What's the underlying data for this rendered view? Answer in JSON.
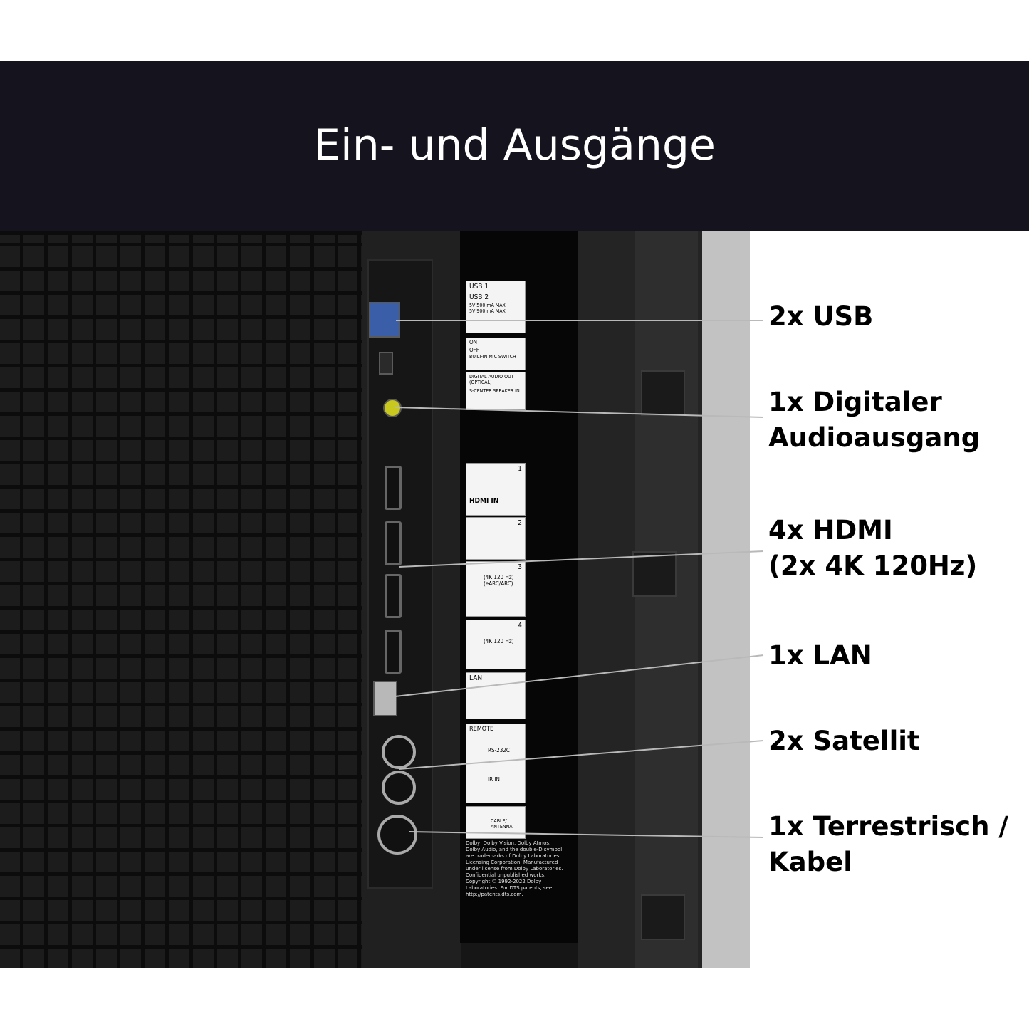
{
  "banner": {
    "title": "Ein- und Ausgänge",
    "background": "#15141e"
  },
  "callouts": [
    {
      "line1": "2x USB",
      "line2": ""
    },
    {
      "line1": "1x Digitaler",
      "line2": "Audioausgang"
    },
    {
      "line1": "4x HDMI",
      "line2": "(2x 4K 120Hz)"
    },
    {
      "line1": "1x LAN",
      "line2": ""
    },
    {
      "line1": "2x Satellit",
      "line2": ""
    },
    {
      "line1": "1x Terrestrisch /",
      "line2": "Kabel"
    }
  ],
  "port_labels": {
    "usb1": "USB 1",
    "usb2": "USB 2",
    "usb1_power": "5V 500 mA MAX",
    "usb2_power": "5V 900 mA MAX",
    "mic_on": "ON",
    "mic_off": "OFF",
    "mic_switch": "BUILT-IN MIC SWITCH",
    "digital_audio": "DIGITAL AUDIO OUT (OPTICAL)",
    "center_speaker": "S-CENTER SPEAKER IN",
    "hdmi_logo": "HDMI IN",
    "hdmi1": "1",
    "hdmi2": "2",
    "hdmi3": "3",
    "hdmi3_note": "(4K 120 Hz) (eARC/ARC)",
    "hdmi4": "4",
    "hdmi4_note": "(4K 120 Hz)",
    "lan": "LAN",
    "remote": "REMOTE",
    "rs232c": "RS-232C",
    "ir_in": "IR IN",
    "antenna": "CABLE/ ANTENNA",
    "legal": "Dolby, Dolby Vision, Dolby Atmos, Dolby Audio, and the double-D symbol are trademarks of Dolby Laboratories Licensing Corporation. Manufactured under license from Dolby Laboratories. Confidential unpublished works. Copyright © 1992-2022 Dolby Laboratories. For DTS patents, see http://patents.dts.com."
  }
}
